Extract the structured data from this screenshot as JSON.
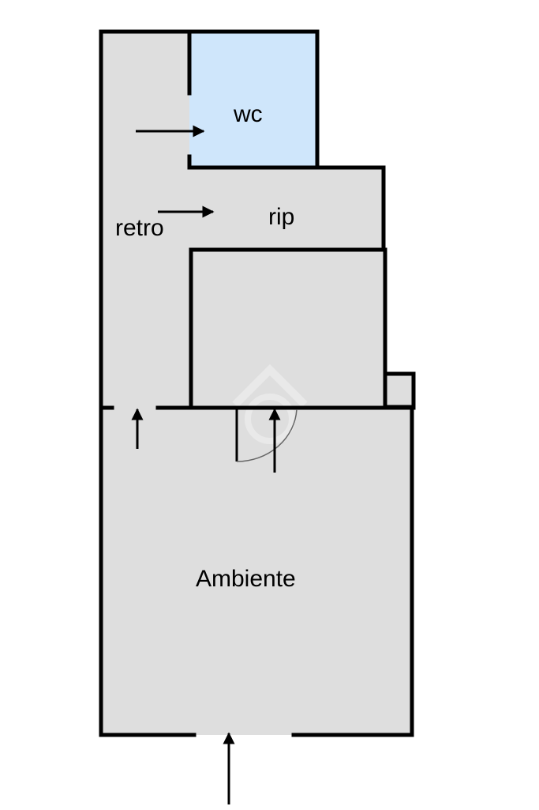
{
  "rooms": {
    "wc": "wc",
    "rip": "rip",
    "retro": "retro",
    "ambiente": "Ambiente"
  },
  "colors": {
    "floor": "#dedede",
    "wc_floor": "#cfe6fb",
    "wall": "#000000",
    "background": "#ffffff",
    "watermark": "#f3f3f3"
  },
  "icons": {
    "arrow": "arrow-icon",
    "door_swing": "door-swing-icon",
    "watermark": "house-logo-watermark"
  }
}
